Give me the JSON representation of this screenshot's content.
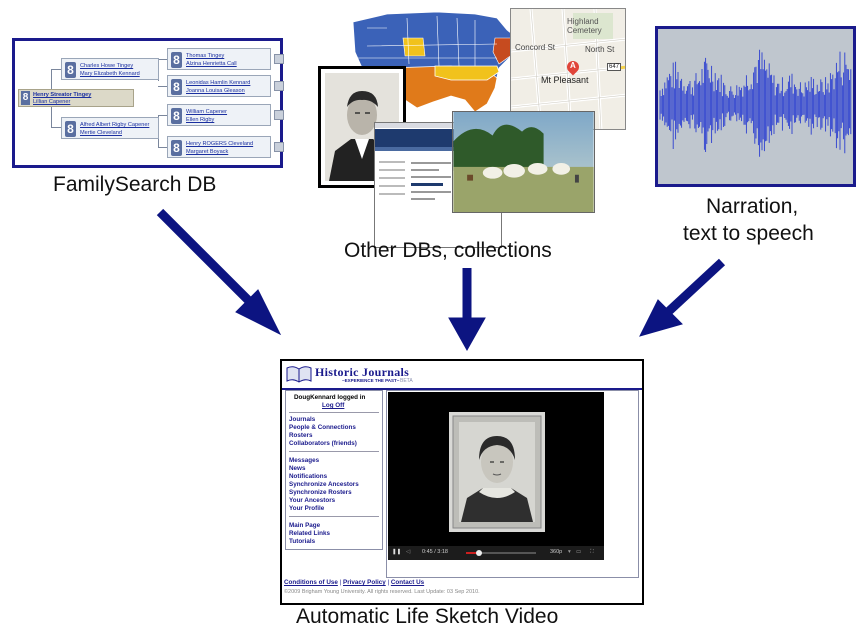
{
  "captions": {
    "familysearch": "FamilySearch DB",
    "other_dbs": "Other DBs, collections",
    "narration_line1": "Narration,",
    "narration_line2": "text to speech",
    "video": "Automatic Life Sketch Video"
  },
  "pedigree": {
    "root": {
      "line1": "Henry Streator Tingey",
      "line2": "Lillian Capener"
    },
    "boxes": [
      {
        "line1": "Charles Howe Tingey",
        "line2": "Mary Elizabeth Kennard"
      },
      {
        "line1": "Alfred Albert Rigby Capener",
        "line2": "Mertie Cleveland"
      },
      {
        "line1": "Thomas Tingey",
        "line2": "Alzina Henrietta Call"
      },
      {
        "line1": "Leonidas Hamlin Kennard",
        "line2": "Joanna Louisa Gleason"
      },
      {
        "line1": "William Capener",
        "line2": "Ellen Rigby"
      },
      {
        "line1": "Henry ROGERS Cleveland",
        "line2": "Margaret Boyack"
      }
    ]
  },
  "street_map": {
    "labels": [
      "Highland",
      "Cemetery",
      "Concord St",
      "North St",
      "Mt Pleasant",
      "647"
    ],
    "marker": "A"
  },
  "historic_journals": {
    "logo_title": "Historic Journals",
    "logo_tagline": "~EXPERIENCE THE PAST~",
    "logo_beta": "BETA",
    "user_line": "DougKennard logged in",
    "logoff": "Log Off",
    "menu_group1": [
      "Journals",
      "People & Connections",
      "Rosters",
      "Collaborators (friends)"
    ],
    "menu_group2": [
      "Messages",
      "News",
      "Notifications",
      "Synchronize Ancestors",
      "Synchronize Rosters",
      "Your Ancestors",
      "Your Profile"
    ],
    "menu_group3": [
      "Main Page",
      "Related Links",
      "Tutorials"
    ],
    "player": {
      "time": "0:45 / 3:18",
      "quality": "360p"
    },
    "footer_links": [
      "Conditions of Use",
      "Privacy Policy",
      "Contact Us"
    ],
    "copyright": "©2009 Brigham Young University. All rights reserved. Last Update: 03 Sep 2010."
  },
  "colors": {
    "arrow": "#0c1481",
    "frame": "#1a1a8c"
  }
}
